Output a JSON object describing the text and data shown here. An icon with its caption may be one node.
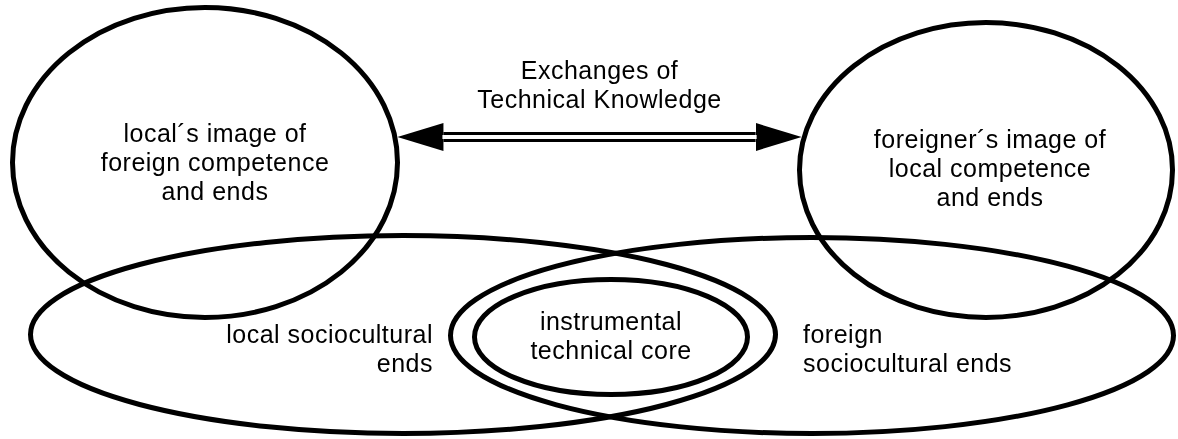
{
  "diagram": {
    "nodes": [
      {
        "text": [
          "local´s image of foreign competence and ends"
        ]
      },
      {
        "text": [
          "foreigner´s image of local competence and ends"
        ]
      },
      {
        "text": [
          "local sociocultural ends"
        ]
      },
      {
        "text": [
          "foreign sociocultural ends"
        ]
      },
      {
        "text": [
          "instrumental technical core"
        ]
      }
    ],
    "edges": [
      {
        "from": 0,
        "to": 1,
        "arrow": "both",
        "label": "Exchanges of Technical Knowledge"
      }
    ]
  }
}
